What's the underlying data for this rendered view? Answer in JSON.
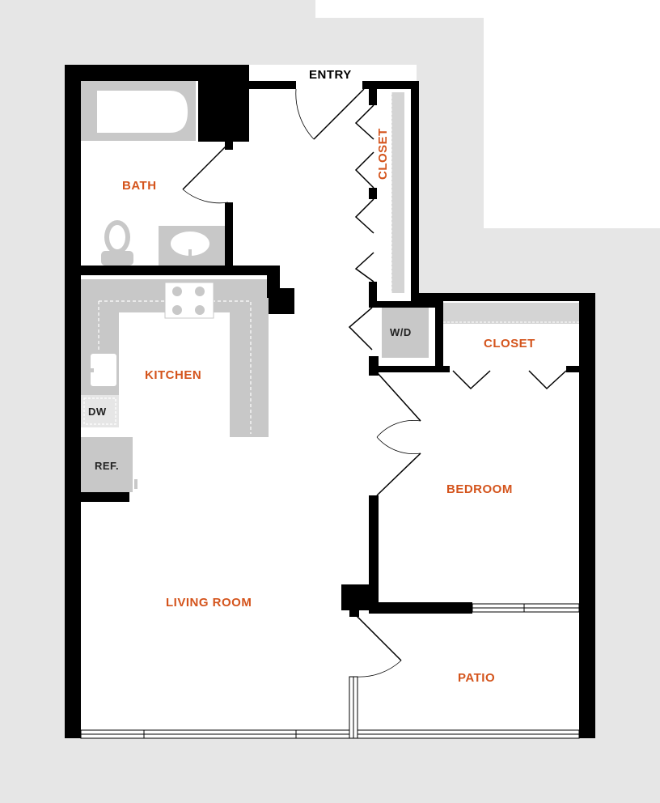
{
  "colors": {
    "room_label": "#d4541c",
    "wall": "#000000",
    "fixture": "#c8c8c8",
    "surround": "#e6e6e6",
    "fixture_text": "#222222"
  },
  "labels": {
    "entry": "ENTRY",
    "closet_entry": "CLOSET",
    "bath": "BATH",
    "kitchen": "KITCHEN",
    "dw": "DW",
    "ref": "REF.",
    "wd": "W/D",
    "closet_bedroom": "CLOSET",
    "bedroom": "BEDROOM",
    "living_room": "LIVING ROOM",
    "patio": "PATIO"
  },
  "icons": [
    "bathtub-icon",
    "toilet-icon",
    "sink-icon",
    "cooktop-icon",
    "kitchen-sink-icon"
  ]
}
